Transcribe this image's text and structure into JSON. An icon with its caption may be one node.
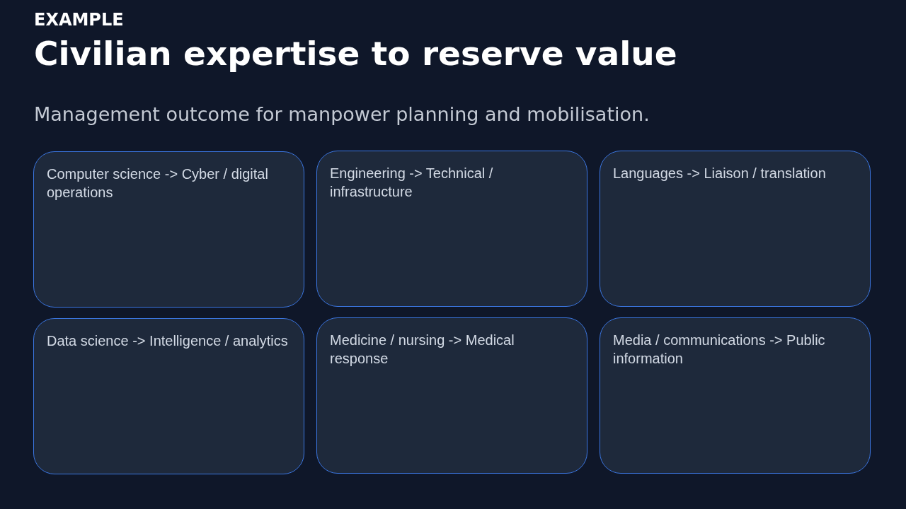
{
  "diagram": {
    "title": "Civilian expertise to reserve value",
    "nodes": [
      {
        "text": [
          "Computer science -> Cyber / digital operations"
        ]
      },
      {
        "text": [
          "Engineering -> Technical / infrastructure"
        ]
      },
      {
        "text": [
          "Languages -> Liaison / translation"
        ]
      },
      {
        "text": [
          "Data science -> Intelligence / analytics"
        ]
      },
      {
        "text": [
          "Medicine / nursing -> Medical response"
        ]
      },
      {
        "text": [
          "Media / communications -> Public information"
        ]
      }
    ],
    "labels": [
      "EXAMPLE",
      "Management outcome for manpower planning and mobilisation."
    ]
  }
}
